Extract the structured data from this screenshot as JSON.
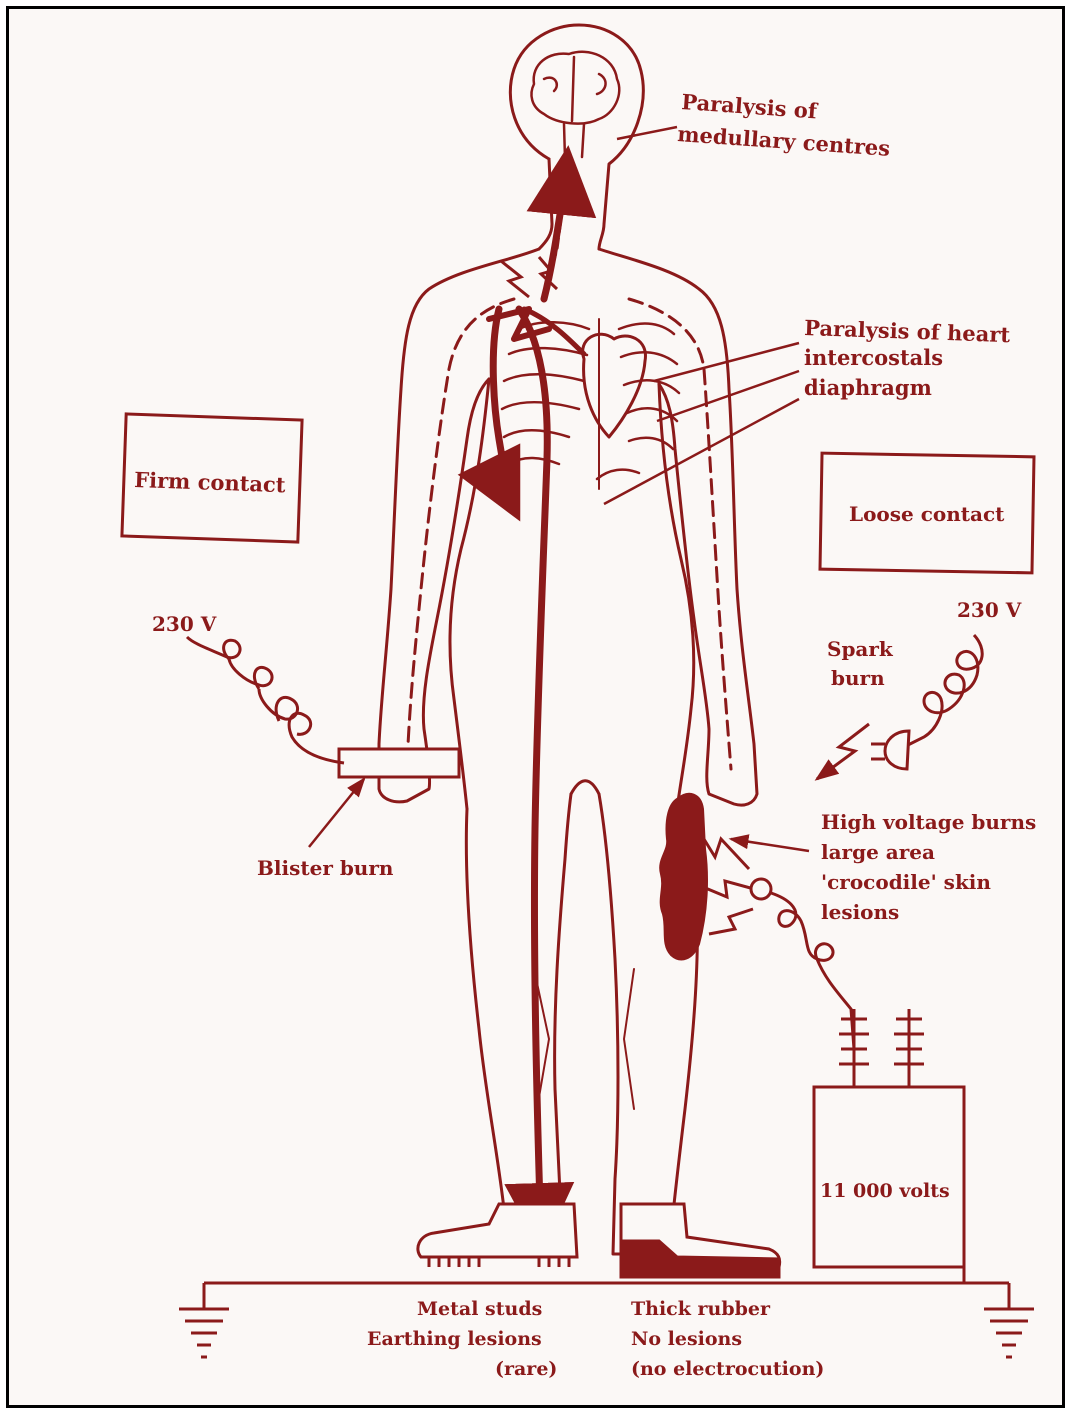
{
  "colors": {
    "ink": "#8b1a1a",
    "fill": "#8b1a1a",
    "frame": "#000000",
    "paper": "#fbf8f6"
  },
  "annotations": {
    "paralysis_medullary_line1": "Paralysis of",
    "paralysis_medullary_line2": "medullary centres",
    "paralysis_heart_line1": "Paralysis of heart",
    "paralysis_heart_line2": "intercostals",
    "paralysis_heart_line3": "diaphragm",
    "firm_contact": "Firm contact",
    "loose_contact": "Loose contact",
    "voltage_left": "230 V",
    "voltage_right": "230 V",
    "spark_burn_line1": "Spark",
    "spark_burn_line2": "burn",
    "high_voltage_line1": "High voltage burns",
    "high_voltage_line2": "large area",
    "high_voltage_line3": "'crocodile' skin",
    "high_voltage_line4": "lesions",
    "blister_burn": "Blister burn",
    "transformer_label": "11 000 volts",
    "metal_studs_line1": "Metal studs",
    "metal_studs_line2": "Earthing lesions",
    "metal_studs_line3": "(rare)",
    "rubber_line1": "Thick rubber",
    "rubber_line2": "No lesions",
    "rubber_line3": "(no electrocution)"
  }
}
